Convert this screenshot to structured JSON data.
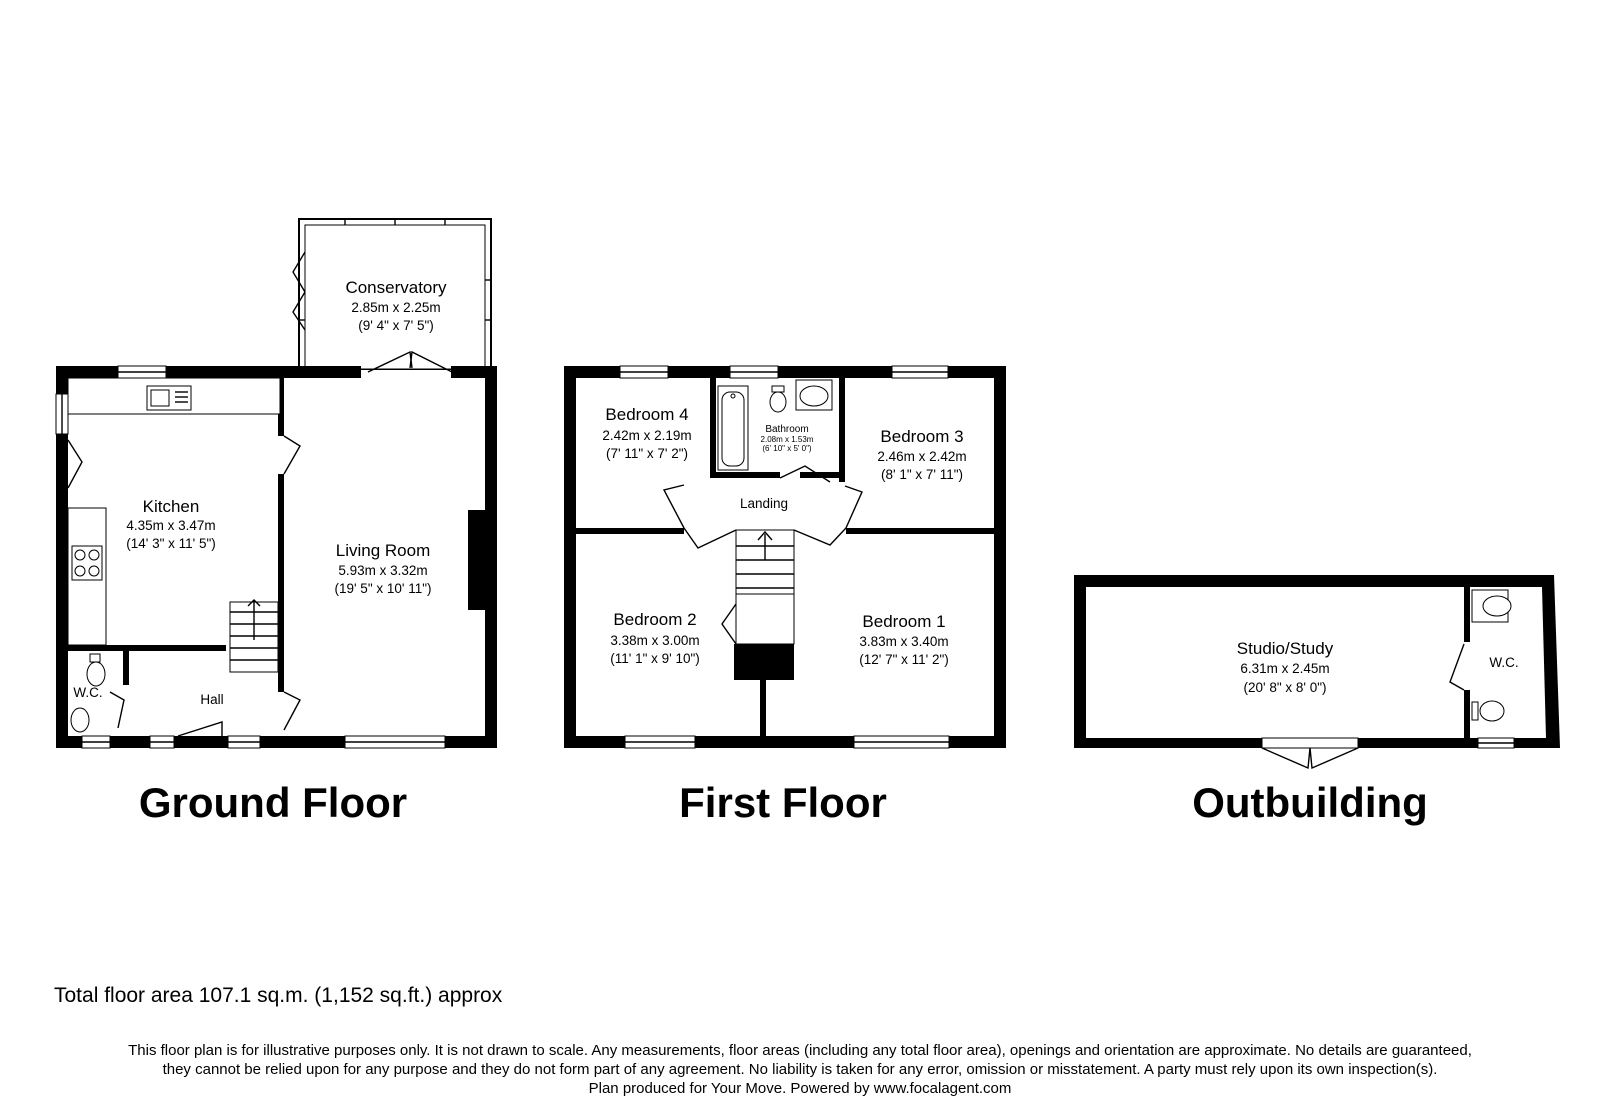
{
  "floors": {
    "ground": {
      "title": "Ground Floor",
      "rooms": {
        "conservatory": {
          "name": "Conservatory",
          "metric": "2.85m x 2.25m",
          "imperial": "(9' 4\" x 7' 5\")"
        },
        "kitchen": {
          "name": "Kitchen",
          "metric": "4.35m x 3.47m",
          "imperial": "(14' 3\" x 11' 5\")"
        },
        "living_room": {
          "name": "Living Room",
          "metric": "5.93m x 3.32m",
          "imperial": "(19' 5\" x 10' 11\")"
        },
        "wc": {
          "name": "W.C."
        },
        "hall": {
          "name": "Hall"
        }
      }
    },
    "first": {
      "title": "First Floor",
      "rooms": {
        "bedroom4": {
          "name": "Bedroom 4",
          "metric": "2.42m x 2.19m",
          "imperial": "(7' 11\" x 7' 2\")"
        },
        "bathroom": {
          "name": "Bathroom",
          "metric": "2.08m x 1.53m",
          "imperial": "(6' 10\" x 5' 0\")"
        },
        "bedroom3": {
          "name": "Bedroom 3",
          "metric": "2.46m x 2.42m",
          "imperial": "(8' 1\" x 7' 11\")"
        },
        "landing": {
          "name": "Landing"
        },
        "bedroom2": {
          "name": "Bedroom 2",
          "metric": "3.38m x 3.00m",
          "imperial": "(11' 1\" x 9' 10\")"
        },
        "bedroom1": {
          "name": "Bedroom 1",
          "metric": "3.83m x 3.40m",
          "imperial": "(12' 7\" x 11' 2\")"
        }
      }
    },
    "outbuilding": {
      "title": "Outbuilding",
      "rooms": {
        "studio": {
          "name": "Studio/Study",
          "metric": "6.31m x 2.45m",
          "imperial": "(20' 8\" x 8' 0\")"
        },
        "wc": {
          "name": "W.C."
        }
      }
    }
  },
  "total_area": "Total floor area 107.1 sq.m. (1,152 sq.ft.) approx",
  "disclaimer": {
    "line1": "This floor plan is for illustrative purposes only. It is not drawn to scale. Any measurements, floor areas (including any total floor area), openings and orientation are approximate. No details are guaranteed,",
    "line2": "they cannot be relied upon for any purpose and they do not form part of any agreement. No liability is taken for any error, omission or misstatement. A party must rely upon its own inspection(s).",
    "line3": "Plan produced for Your Move. Powered by www.focalagent.com"
  }
}
